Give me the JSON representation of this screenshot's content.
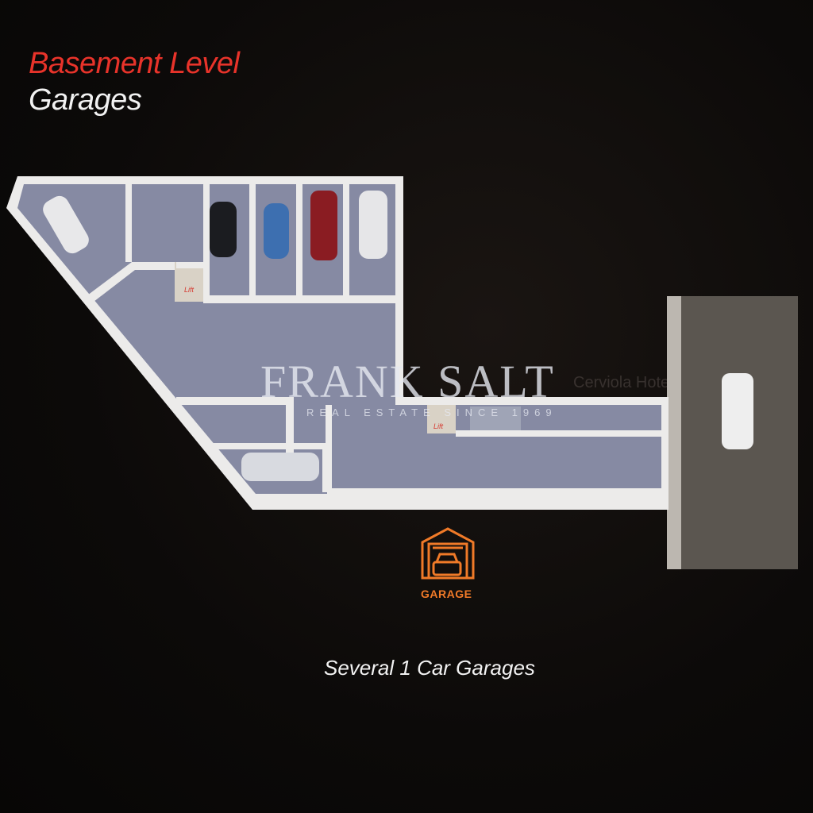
{
  "header": {
    "title": "Basement Level",
    "subtitle": "Garages"
  },
  "watermark": {
    "brand": "FRANK SALT",
    "tagline": "REAL ESTATE SINCE 1969"
  },
  "map_label": "Cerviola Hotel",
  "plan": {
    "lift_labels": [
      "Lift",
      "Lift"
    ]
  },
  "legend": {
    "icon": "garage-car-icon",
    "label": "GARAGE"
  },
  "caption": "Several 1 Car Garages",
  "colors": {
    "title": "#e8332a",
    "accent": "#f07a28",
    "wall": "#ecebea",
    "floor": "#868aa3",
    "ramp": "#5b5650"
  }
}
